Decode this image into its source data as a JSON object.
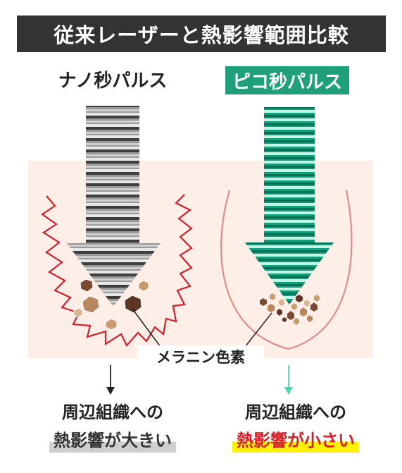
{
  "title": "従来レーザーと熱影響範囲比較",
  "left": {
    "label": "ナノ秒パルス",
    "result_line1": "周辺組織への",
    "result_line2": "熱影響が大きい"
  },
  "right": {
    "label": "ピコ秒パルス",
    "result_line1": "周辺組織への",
    "result_line2": "熱影響が小さい"
  },
  "melanin_label": "メラニン色素",
  "colors": {
    "title_bg": "#333333",
    "pico_accent": "#1fa07a",
    "skin": "#fdeee8",
    "heat_zigzag": "#d0202a",
    "pico_outline": "#e08a8a",
    "highlight_yellow": "#fff200",
    "highlight_gray": "#cfcfcf",
    "result_red": "#d81e28"
  }
}
